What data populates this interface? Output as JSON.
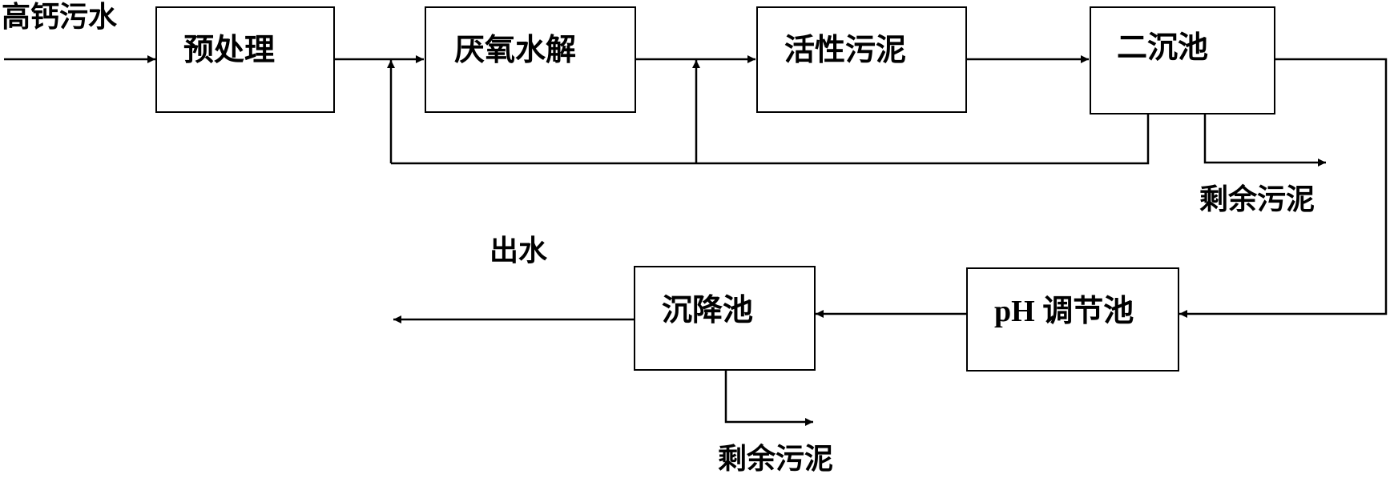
{
  "diagram": {
    "input_label": "高钙污水",
    "boxes": {
      "pretreatment": "预处理",
      "anaerobic_hydrolysis": "厌氧水解",
      "activated_sludge": "活性污泥",
      "secondary_clarifier": "二沉池",
      "ph_adjustment": "pH 调节池",
      "settling_tank": "沉降池"
    },
    "excess_sludge_label_1": "剩余污泥",
    "excess_sludge_label_2": "剩余污泥",
    "effluent_label": "出水"
  }
}
